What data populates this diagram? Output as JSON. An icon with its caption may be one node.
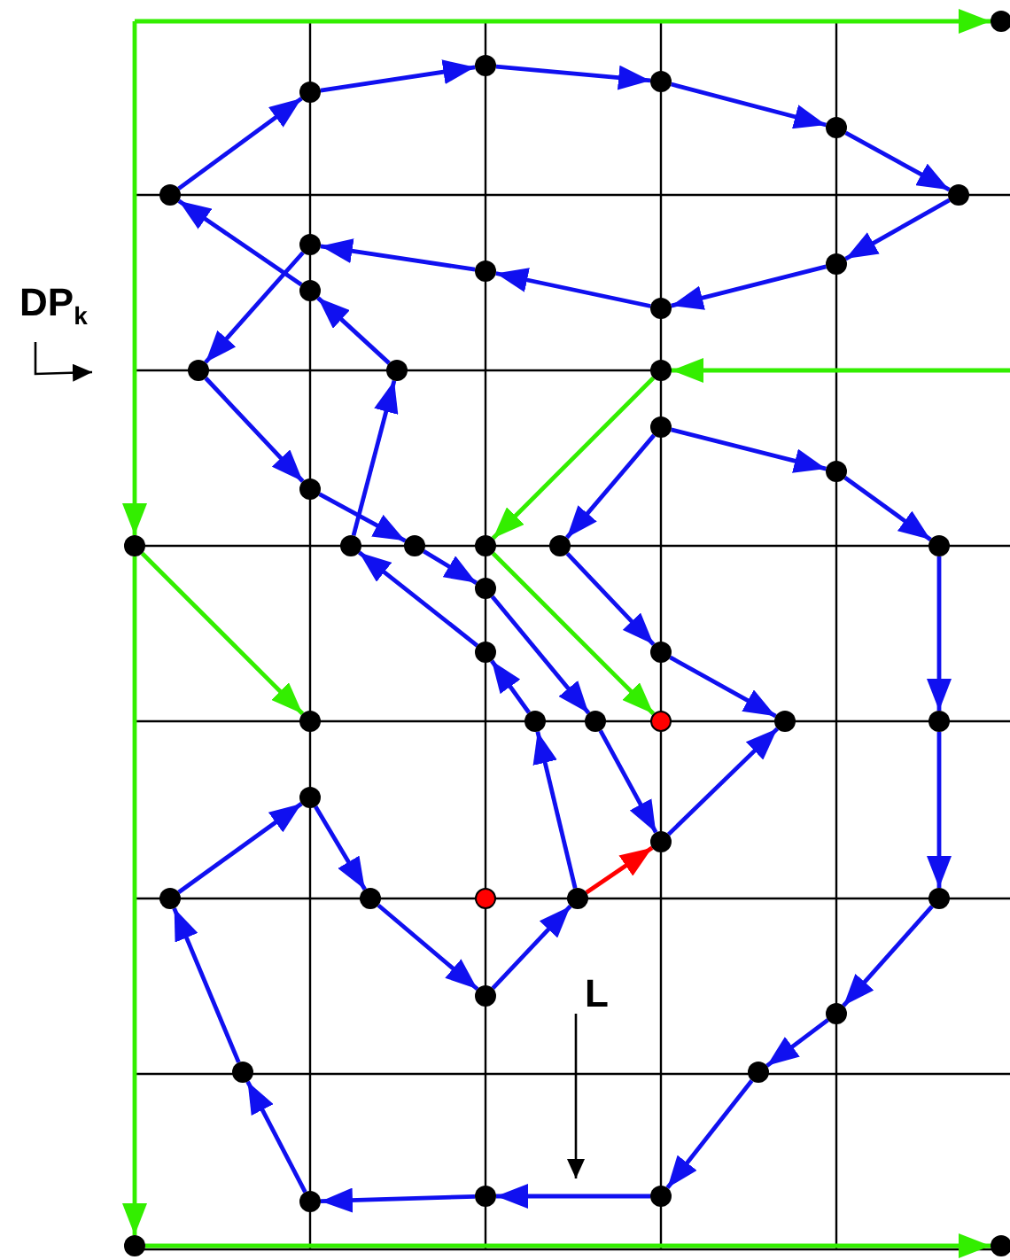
{
  "diagram": {
    "nodes": [
      {
        "text": [],
        "shape": "circle"
      },
      {
        "text": [],
        "shape": "circle"
      },
      {
        "text": [],
        "shape": "circle"
      },
      {
        "text": [],
        "shape": "circle"
      },
      {
        "text": [],
        "shape": "circle"
      },
      {
        "text": [],
        "shape": "circle"
      },
      {
        "text": [],
        "shape": "circle"
      },
      {
        "text": [],
        "shape": "circle"
      },
      {
        "text": [],
        "shape": "circle"
      },
      {
        "text": [],
        "shape": "circle"
      },
      {
        "text": [],
        "shape": "circle"
      },
      {
        "text": [],
        "shape": "circle"
      },
      {
        "text": [],
        "shape": "circle"
      },
      {
        "text": [],
        "shape": "circle"
      },
      {
        "text": [],
        "shape": "circle"
      },
      {
        "text": [],
        "shape": "circle"
      },
      {
        "text": [],
        "shape": "circle"
      },
      {
        "text": [],
        "shape": "circle"
      },
      {
        "text": [],
        "shape": "circle"
      },
      {
        "text": [],
        "shape": "circle"
      },
      {
        "text": [],
        "shape": "circle"
      },
      {
        "text": [],
        "shape": "circle"
      },
      {
        "text": [],
        "shape": "circle"
      },
      {
        "text": [],
        "shape": "circle"
      },
      {
        "text": [],
        "shape": "circle"
      },
      {
        "text": [],
        "shape": "circle"
      },
      {
        "text": [],
        "shape": "circle"
      },
      {
        "text": [],
        "shape": "circle"
      },
      {
        "text": [],
        "shape": "circle"
      },
      {
        "text": [],
        "shape": "circle"
      },
      {
        "text": [],
        "shape": "circle"
      },
      {
        "text": [],
        "shape": "circle"
      },
      {
        "text": [],
        "shape": "circle"
      },
      {
        "text": [],
        "shape": "circle"
      },
      {
        "text": [],
        "shape": "circle"
      },
      {
        "text": [],
        "shape": "circle"
      },
      {
        "text": [],
        "shape": "circle"
      },
      {
        "text": [],
        "shape": "circle"
      },
      {
        "text": [],
        "shape": "circle"
      },
      {
        "text": [],
        "shape": "circle"
      },
      {
        "text": [],
        "shape": "circle"
      },
      {
        "text": [],
        "shape": "circle"
      },
      {
        "text": [],
        "shape": "circle"
      },
      {
        "text": [],
        "shape": "circle"
      },
      {
        "text": [],
        "shape": "circle"
      },
      {
        "text": [],
        "shape": "circle"
      },
      {
        "text": [],
        "shape": "circle"
      },
      {
        "text": [],
        "shape": "circle"
      },
      {
        "text": [],
        "shape": "circle"
      }
    ],
    "edges": [
      {
        "from": 1,
        "to": 2,
        "arrow": "to"
      },
      {
        "from": 2,
        "to": 3,
        "arrow": "to"
      },
      {
        "from": 3,
        "to": 4,
        "arrow": "to"
      },
      {
        "from": 4,
        "to": 5,
        "arrow": "to"
      },
      {
        "from": 5,
        "to": 6,
        "arrow": "to"
      },
      {
        "from": 6,
        "to": 7,
        "arrow": "to"
      },
      {
        "from": 7,
        "to": 8,
        "arrow": "to"
      },
      {
        "from": 8,
        "to": 9,
        "arrow": "to"
      },
      {
        "from": 9,
        "to": 10,
        "arrow": "to"
      },
      {
        "from": 10,
        "to": 12,
        "arrow": "to"
      },
      {
        "from": 13,
        "to": 11,
        "arrow": "to"
      },
      {
        "from": 11,
        "to": 1,
        "arrow": "to"
      },
      {
        "from": 12,
        "to": 18,
        "arrow": "to"
      },
      {
        "from": 18,
        "to": 21,
        "arrow": "to"
      },
      {
        "from": 21,
        "to": 24,
        "arrow": "to"
      },
      {
        "from": 24,
        "to": 29,
        "arrow": "to"
      },
      {
        "from": 29,
        "to": 34,
        "arrow": "to"
      },
      {
        "from": 20,
        "to": 13,
        "arrow": "to"
      },
      {
        "from": 25,
        "to": 20,
        "arrow": "to"
      },
      {
        "from": 28,
        "to": 25,
        "arrow": "to"
      },
      {
        "from": 38,
        "to": 28,
        "arrow": "to"
      },
      {
        "from": 34,
        "to": 31,
        "arrow": "to"
      },
      {
        "from": 38,
        "to": 34,
        "arrow": "to",
        "color": "#ff0000"
      },
      {
        "from": 15,
        "to": 16,
        "arrow": "to"
      },
      {
        "from": 16,
        "to": 17,
        "arrow": "to"
      },
      {
        "from": 17,
        "to": 32,
        "arrow": "to"
      },
      {
        "from": 32,
        "to": 39,
        "arrow": "to"
      },
      {
        "from": 39,
        "to": 41,
        "arrow": "to"
      },
      {
        "from": 41,
        "to": 42,
        "arrow": "to"
      },
      {
        "from": 42,
        "to": 46,
        "arrow": "to"
      },
      {
        "from": 46,
        "to": 45,
        "arrow": "to"
      },
      {
        "from": 45,
        "to": 44,
        "arrow": "to"
      },
      {
        "from": 44,
        "to": 43,
        "arrow": "to"
      },
      {
        "from": 43,
        "to": 35,
        "arrow": "to"
      },
      {
        "from": 35,
        "to": 33,
        "arrow": "to"
      },
      {
        "from": 33,
        "to": 36,
        "arrow": "to"
      },
      {
        "from": 36,
        "to": 40,
        "arrow": "to"
      },
      {
        "from": 40,
        "to": 38,
        "arrow": "to"
      },
      {
        "from": 15,
        "to": 23,
        "arrow": "to"
      },
      {
        "from": 23,
        "to": 26,
        "arrow": "to"
      },
      {
        "from": 26,
        "to": 31,
        "arrow": "to"
      },
      {
        "from": null,
        "to": 0,
        "arrow": "to",
        "color": "#33ee00"
      },
      {
        "from": null,
        "to": 19,
        "arrow": "to",
        "color": "#33ee00"
      },
      {
        "from": 19,
        "to": 47,
        "arrow": "to",
        "color": "#33ee00"
      },
      {
        "from": 47,
        "to": 48,
        "arrow": "to",
        "color": "#33ee00"
      },
      {
        "from": null,
        "to": 14,
        "arrow": "to",
        "color": "#33ee00"
      },
      {
        "from": 14,
        "to": 22,
        "arrow": "to",
        "color": "#33ee00"
      },
      {
        "from": 19,
        "to": 27,
        "arrow": "to",
        "color": "#33ee00"
      },
      {
        "from": 22,
        "to": 30,
        "arrow": "to",
        "color": "#33ee00"
      }
    ],
    "labels": [
      "DP$_{k}$",
      "L"
    ]
  }
}
